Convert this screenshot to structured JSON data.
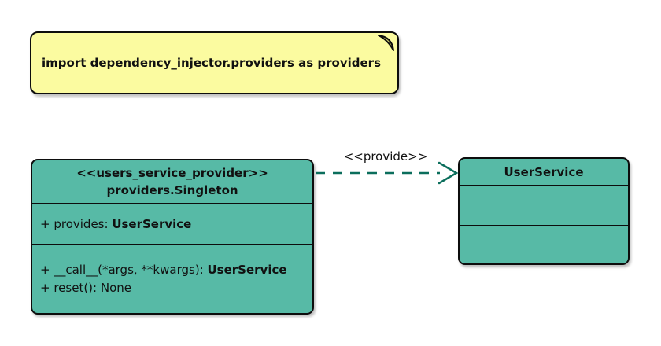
{
  "diagram": {
    "note": {
      "text": "import dependency_injector.providers as providers"
    },
    "provider_class": {
      "stereotype": "<<users_service_provider>>",
      "name": "providers.Singleton",
      "attributes": [
        {
          "text": "+ provides: ",
          "type_bold": "UserService"
        }
      ],
      "methods": [
        {
          "text": "+ __call__(*args, **kwargs): ",
          "type_bold": "UserService"
        },
        {
          "text": "+ reset(): None",
          "type_bold": ""
        }
      ]
    },
    "service_class": {
      "name": "UserService"
    },
    "dependency": {
      "label": "<<provide>>"
    },
    "colors": {
      "class_fill": "#57BAA6",
      "note_fill": "#FBFBA0",
      "note_fold": "#C9C96B",
      "arrow": "#0B6E5C",
      "border": "#0D0D0D",
      "text": "#111111",
      "background": "#FFFFFF"
    }
  }
}
